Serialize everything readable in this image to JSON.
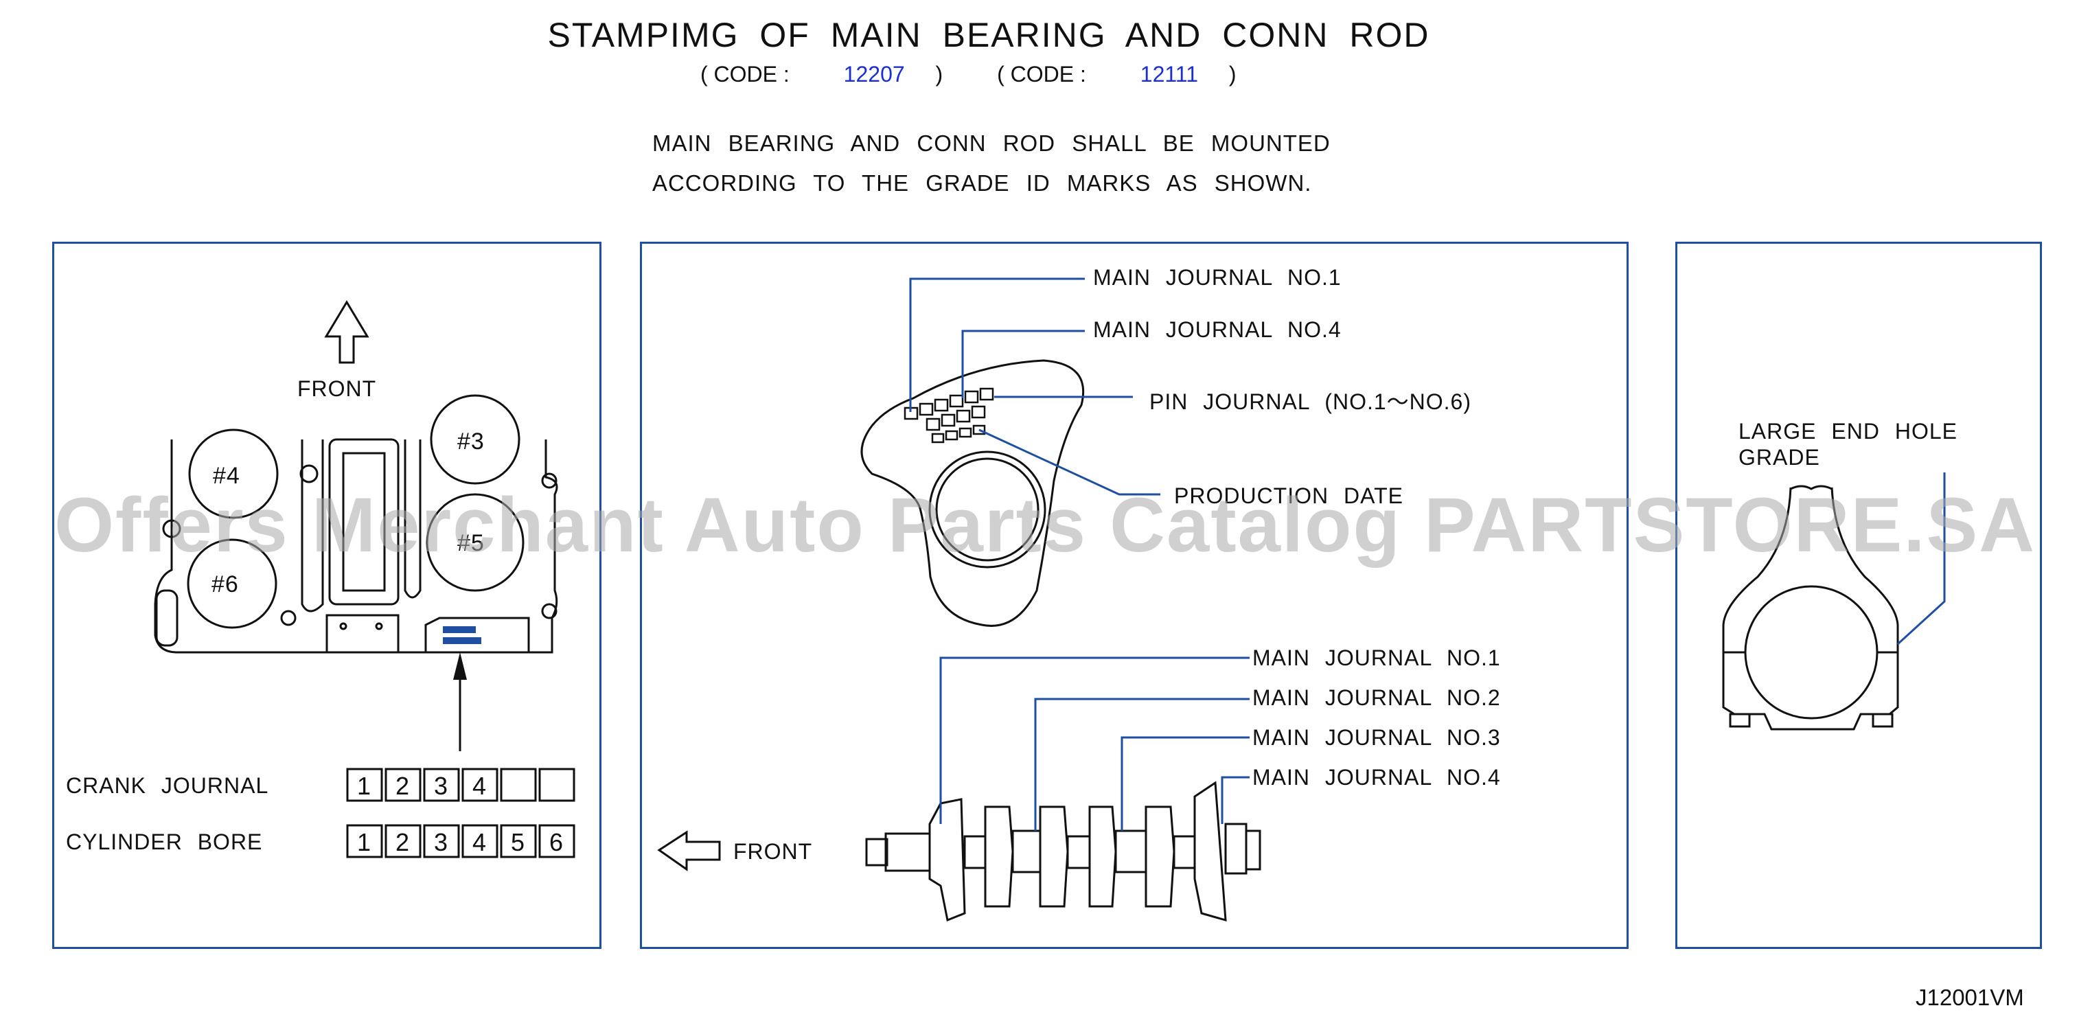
{
  "header": {
    "title": "STAMPIMG OF MAIN BEARING AND CONN ROD",
    "code_left_label": "( CODE :",
    "code_left_value": "12207",
    "code_left_close": ")",
    "code_right_label": "( CODE :",
    "code_right_value": "12111",
    "code_right_close": ")",
    "note_line1": "MAIN BEARING AND CONN ROD SHALL BE MOUNTED",
    "note_line2": "ACCORDING TO THE GRADE ID MARKS AS SHOWN."
  },
  "left_panel": {
    "front_label": "FRONT",
    "cylinders": [
      "#4",
      "#3",
      "#6",
      "#5"
    ],
    "crank_journal_label": "CRANK JOURNAL",
    "crank_journal_boxes": [
      "1",
      "2",
      "3",
      "4",
      "",
      ""
    ],
    "cylinder_bore_label": "CYLINDER BORE",
    "cylinder_bore_boxes": [
      "1",
      "2",
      "3",
      "4",
      "5",
      "6"
    ]
  },
  "center_panel": {
    "upper_callouts": [
      "MAIN JOURNAL NO.1",
      "MAIN JOURNAL NO.4",
      "PIN JOURNAL (NO.1～NO.6)",
      "PRODUCTION DATE"
    ],
    "lower_callouts": [
      "MAIN JOURNAL NO.1",
      "MAIN JOURNAL NO.2",
      "MAIN JOURNAL NO.3",
      "MAIN JOURNAL NO.4"
    ],
    "front_label": "FRONT"
  },
  "right_panel": {
    "label_line1": "LARGE END HOLE",
    "label_line2": "GRADE"
  },
  "watermark": "Offers Merchant Auto Parts Catalog PARTSTORE.SA",
  "figure_id": "J12001VM",
  "colors": {
    "frame": "#1e4fa0",
    "leader": "#1e4fa0",
    "code_value": "#1a2fd6",
    "ink": "#111111"
  }
}
